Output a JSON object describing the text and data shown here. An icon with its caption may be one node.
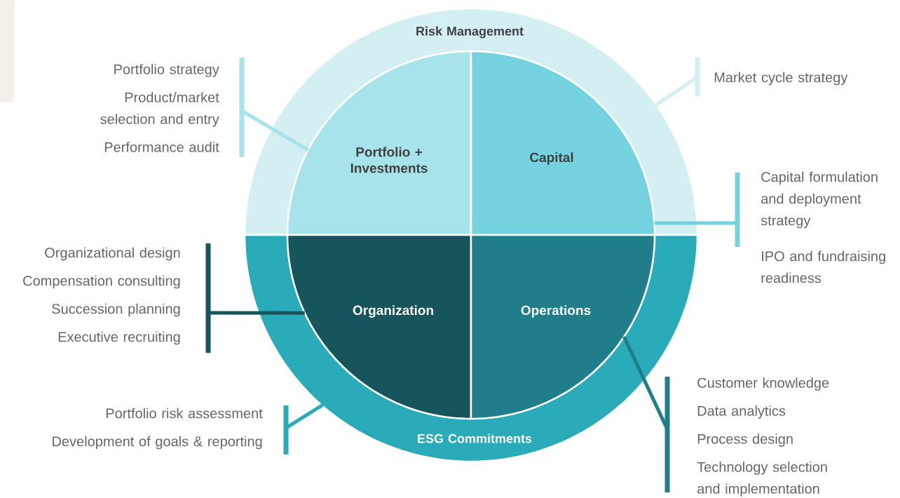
{
  "diagram": {
    "nodes": [
      {
        "text": [
          "Risk Management"
        ]
      },
      {
        "text": [
          "ESG Commitments"
        ]
      },
      {
        "text": [
          "Portfolio + Investments"
        ],
        "in": 0
      },
      {
        "text": [
          "Capital"
        ],
        "in": 0
      },
      {
        "text": [
          "Organization"
        ],
        "in": 1
      },
      {
        "text": [
          "Operations"
        ],
        "in": 1
      },
      {
        "text": [
          "Portfolio strategy",
          "Product/market selection and entry",
          "Performance audit"
        ]
      },
      {
        "text": [
          "Market cycle strategy"
        ]
      },
      {
        "text": [
          "Capital formulation and deployment strategy",
          "IPO and fundraising readiness"
        ]
      },
      {
        "text": [
          "Organizational design",
          "Compensation consulting",
          "Succession planning",
          "Executive recruiting"
        ]
      },
      {
        "text": [
          "Portfolio risk assessment",
          "Development of goals & reporting"
        ]
      },
      {
        "text": [
          "Customer knowledge",
          "Data analytics",
          "Process design",
          "Technology selection and implementation"
        ]
      },
      {
        "text": [],
        "shape": "box"
      }
    ],
    "edges": [
      {
        "from": 6,
        "to": 2,
        "arrow": "none",
        "color": "#a6e3ea"
      },
      {
        "from": 7,
        "to": 0,
        "arrow": "none",
        "color": "#d3eff2"
      },
      {
        "from": 8,
        "to": 3,
        "arrow": "none",
        "color": "#74d3de"
      },
      {
        "from": 9,
        "to": 4,
        "arrow": "none",
        "color": "#17555c"
      },
      {
        "from": 10,
        "to": 1,
        "arrow": "none",
        "color": "#2aabb9"
      },
      {
        "from": 11,
        "to": 5,
        "arrow": "none",
        "color": "#1f7e89"
      }
    ]
  }
}
